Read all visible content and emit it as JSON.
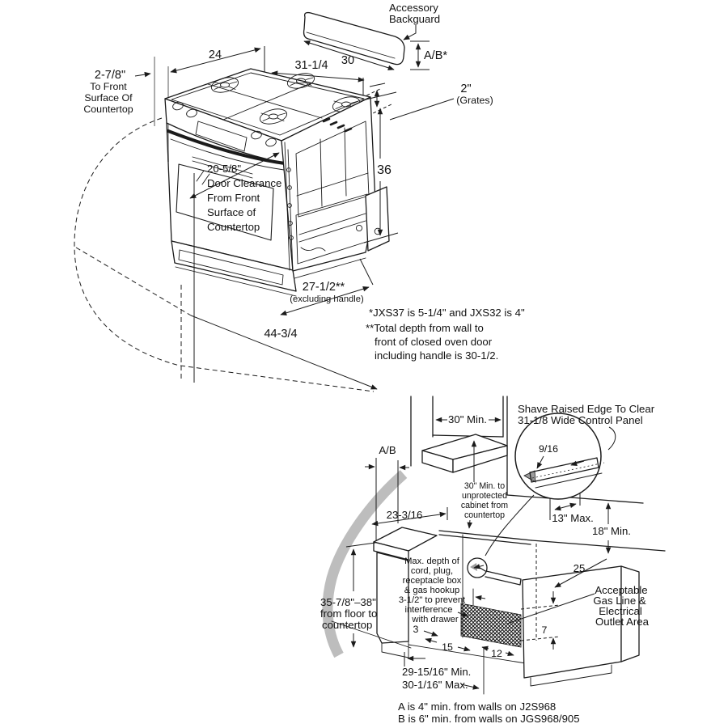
{
  "title": "Slide-in gas range installation dimensions",
  "top": {
    "backguard_label": [
      "Accessory",
      "Backguard"
    ],
    "dim_30": "30",
    "dim_ab": "A/B*",
    "dim_24": "24",
    "dim_31": "31-1/4",
    "dim_2": "2\"",
    "grates": "(Grates)",
    "front_clearance": [
      "2-7/8\"",
      "To Front",
      "Surface Of",
      "Countertop"
    ],
    "door_clearance": [
      "20-5/8\"",
      "Door Clearance",
      "From Front",
      "Surface of",
      "Countertop"
    ],
    "dim_36": "36",
    "dim_27": "27-1/2**",
    "excl_handle": "(excluding handle)",
    "dim_44": "44-3/4",
    "note_jxs": "*JXS37 is 5-1/4\" and JXS32 is 4\"",
    "note_depth": [
      "**Total depth from wall to",
      "front of closed oven door",
      "including handle is 30-1/2."
    ]
  },
  "bottom": {
    "dim_30min": "30\" Min.",
    "shave_note": [
      "Shave Raised Edge To Clear",
      "31-1/8 Wide Control Panel"
    ],
    "dim_916": "9/16",
    "dim_ab": "A/B",
    "cabinet_note": [
      "30\" Min. to",
      "unprotected",
      "cabinet from",
      "countertop"
    ],
    "dim_23": "23-3/16",
    "dim_13max": "13\" Max.",
    "dim_18min": "18\" Min.",
    "dim_25": "25",
    "max_depth_note": [
      "Max. depth of",
      "cord, plug,",
      "receptacle box",
      "& gas hookup",
      "3-1/2\" to prevent",
      "interference",
      "with drawer"
    ],
    "outlet_label": [
      "Acceptable",
      "Gas Line &",
      "Electrical",
      "Outlet Area"
    ],
    "floor_note": [
      "35-7/8\"–38\"",
      "from floor to",
      "countertop"
    ],
    "dim_3": "3",
    "dim_15": "15",
    "dim_12": "12",
    "dim_7": "7",
    "dim_29": [
      "29-15/16\" Min.",
      "30-1/16\" Max."
    ],
    "footer": [
      "A is 4\" min. from walls on J2S968",
      "B is 6\" min. from walls on JGS968/905"
    ]
  }
}
